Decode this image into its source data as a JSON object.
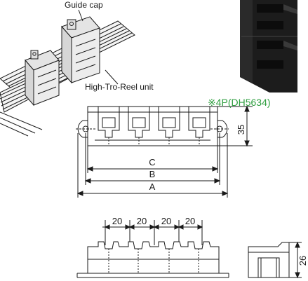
{
  "labels": {
    "guide_cap": "Guide cap",
    "reel_unit": "High-Tro-Reel unit",
    "model": "※4P(DH5634)"
  },
  "dimensions": {
    "height": "35",
    "c": "C",
    "b": "B",
    "a": "A",
    "pitch": [
      "20",
      "20",
      "20",
      "20"
    ],
    "side_height": "26"
  },
  "colors": {
    "line": "#1a1a1a",
    "model_text": "#2e9e3f",
    "product_dark": "#1c1c1c"
  }
}
